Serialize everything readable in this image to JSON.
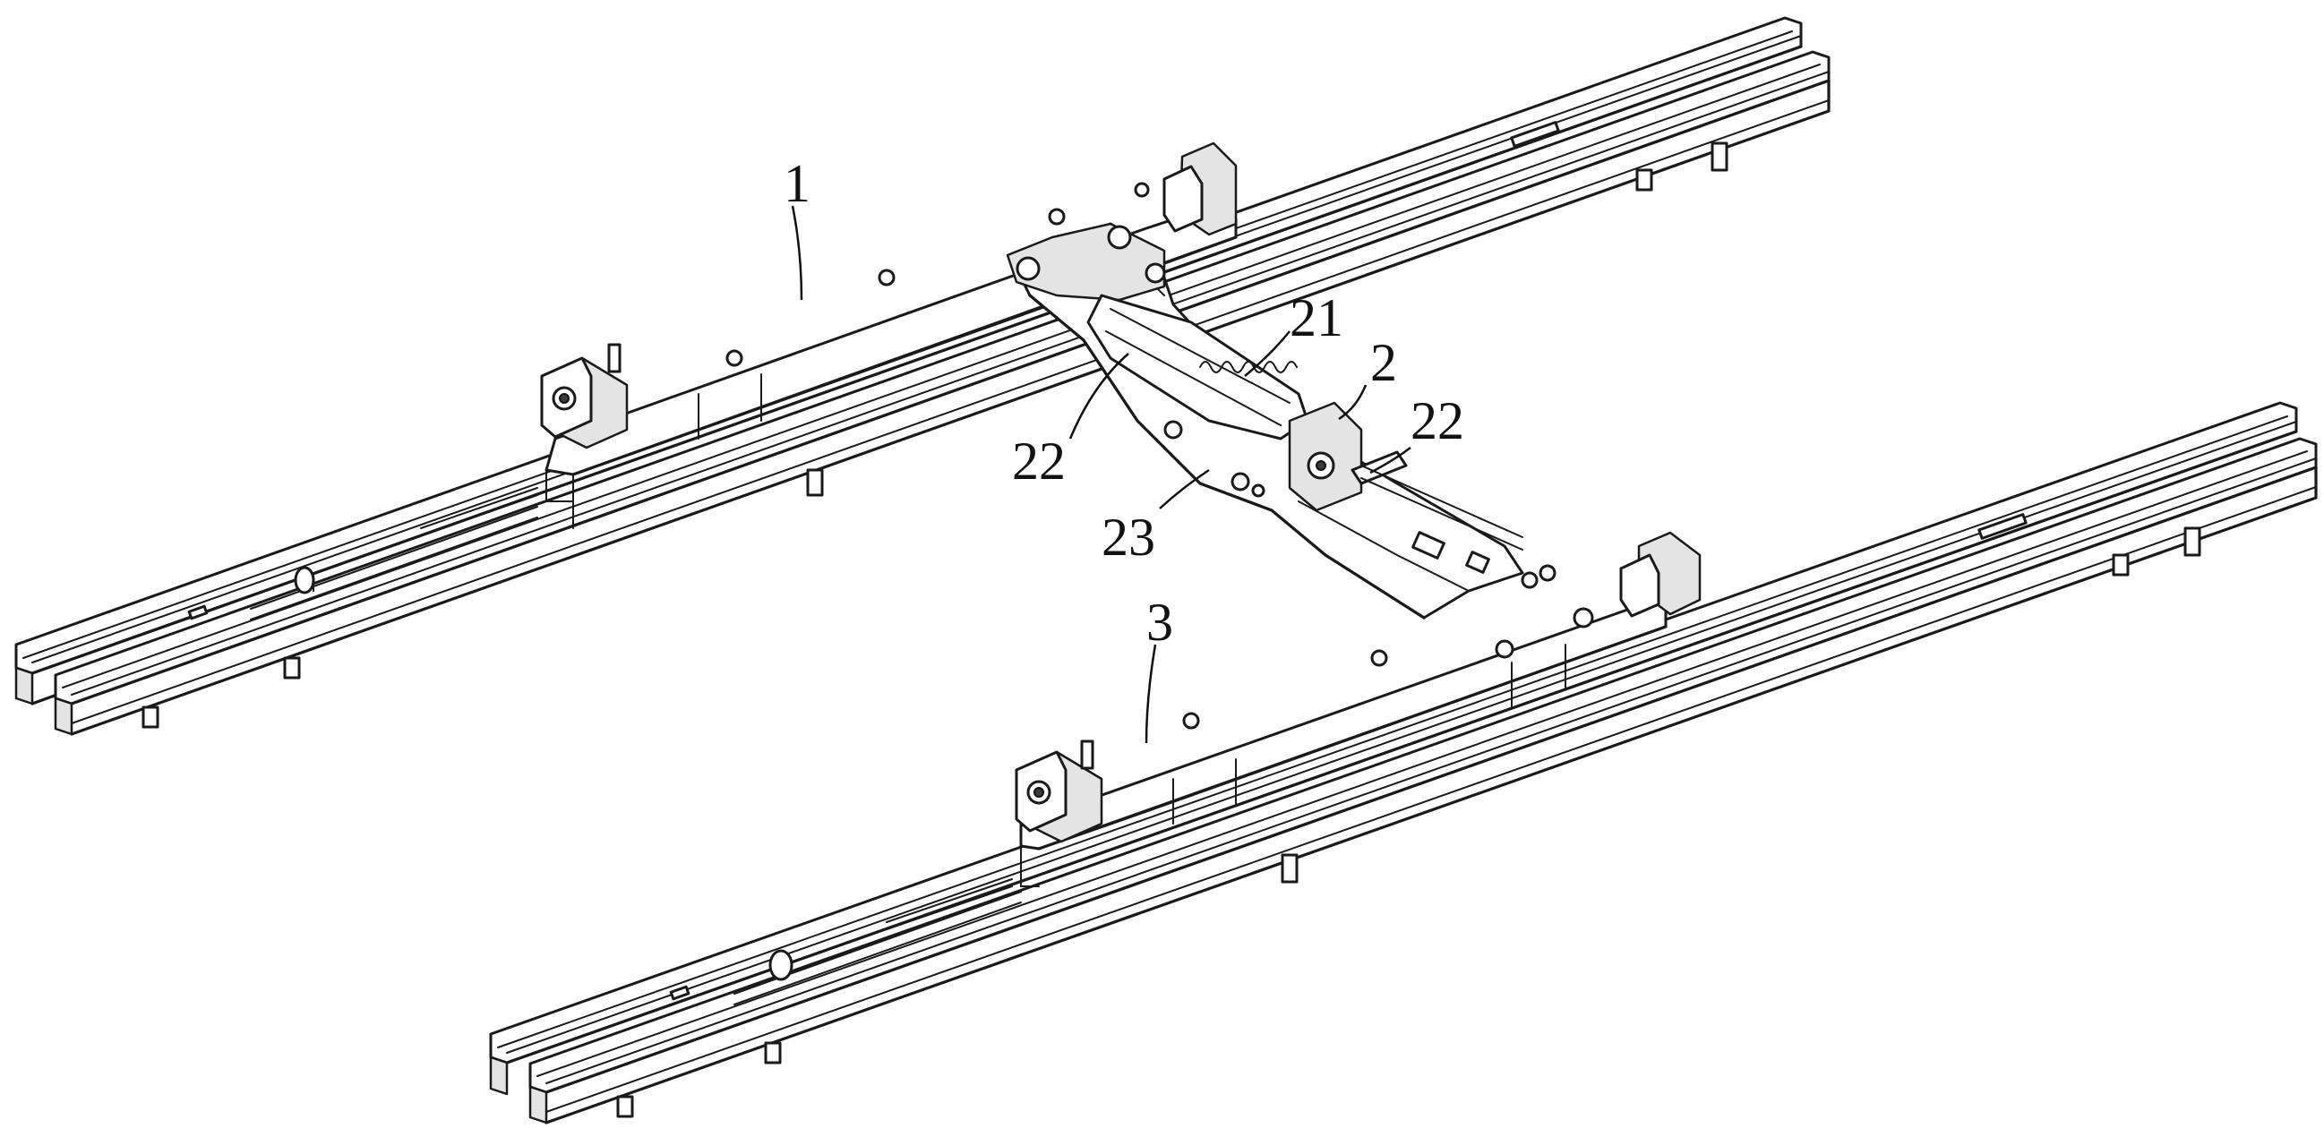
{
  "figure": {
    "background": "#ffffff",
    "line_color": "#1a1a1a",
    "labels": {
      "rail_assembly_upper": "1",
      "linkage": "2",
      "rail_assembly_lower": "3",
      "spring": "21",
      "pivot_left": "22",
      "pivot_right": "22",
      "connecting_plate": "23"
    }
  }
}
